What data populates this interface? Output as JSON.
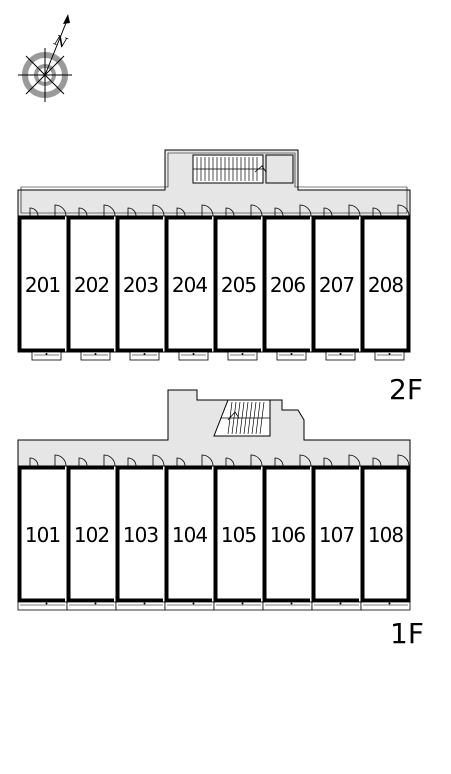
{
  "compass": {
    "north_label": "N",
    "icon": "compass-rose-icon"
  },
  "floors": [
    {
      "id": "2f",
      "label": "2F",
      "rooms": [
        "201",
        "202",
        "203",
        "204",
        "205",
        "206",
        "207",
        "208"
      ]
    },
    {
      "id": "1f",
      "label": "1F",
      "rooms": [
        "101",
        "102",
        "103",
        "104",
        "105",
        "106",
        "107",
        "108"
      ]
    }
  ],
  "colors": {
    "corridor_fill": "#e6e6e6",
    "wall": "#000000",
    "compass_ring": "#9a9a9a"
  }
}
